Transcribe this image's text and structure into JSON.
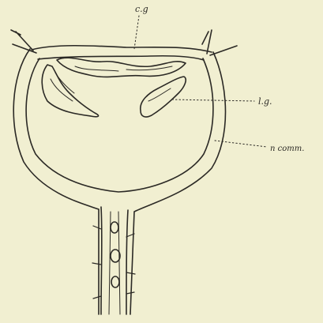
{
  "labels": {
    "cg": "c.g",
    "lg": "l.g.",
    "comm": "n comm."
  },
  "colors": {
    "paper": "#f1efd1",
    "ink": "#2b2925"
  }
}
